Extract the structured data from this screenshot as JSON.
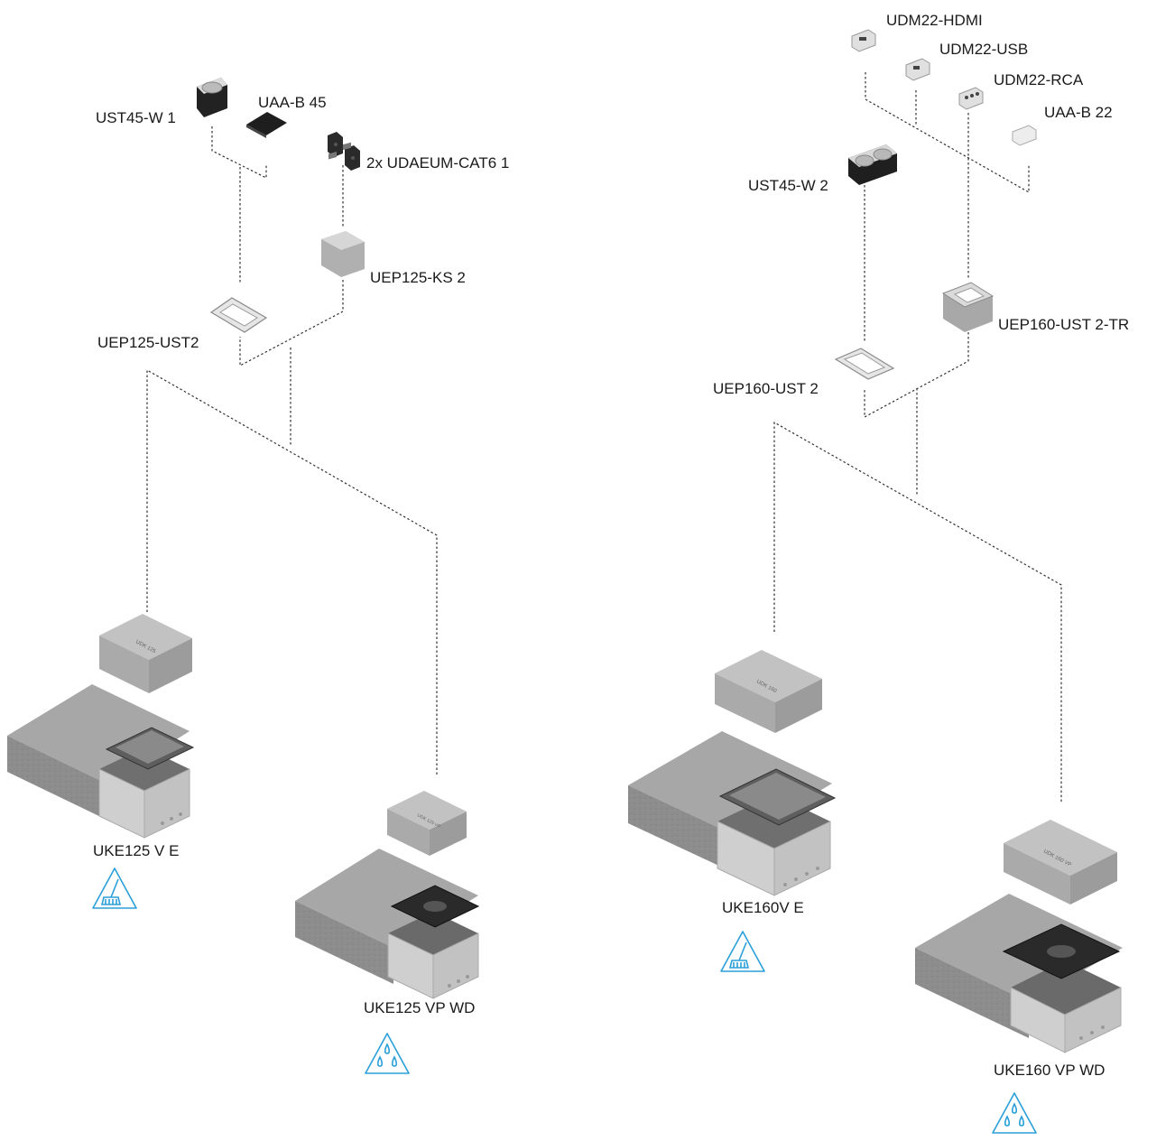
{
  "labels": {
    "ust45_w1": "UST45-W 1",
    "uaa_b45": "UAA-B 45",
    "udaeum_cat6": "2x UDAEUM-CAT6 1",
    "uep125_ks2": "UEP125-KS 2",
    "uep125_ust2": "UEP125-UST2",
    "uke125_ve": "UKE125 V E",
    "uke125_vpwd": "UKE125 VP WD",
    "udm22_hdmi": "UDM22-HDMI",
    "udm22_usb": "UDM22-USB",
    "udm22_rca": "UDM22-RCA",
    "uaa_b22": "UAA-B 22",
    "ust45_w2": "UST45-W 2",
    "uep160_ust2tr": "UEP160-UST 2-TR",
    "uep160_ust2": "UEP160-UST 2",
    "uke160v_e": "UKE160V E",
    "uke160_vpwd": "UKE160 VP WD"
  },
  "colors": {
    "icon_blue": "#2a9fd8",
    "line": "#333333",
    "concrete_top": "#9a9a9a",
    "concrete_front": "#8a8a8a",
    "concrete_side": "#7a7a7a",
    "box_grey": "#c8c8c8",
    "cover_grey": "#b4b4b4",
    "dark": "#2e2e2e"
  },
  "icons": {
    "floor_clean": "broom-floor-cleaning-icon",
    "wet_clean": "water-drops-wet-cleaning-icon"
  }
}
